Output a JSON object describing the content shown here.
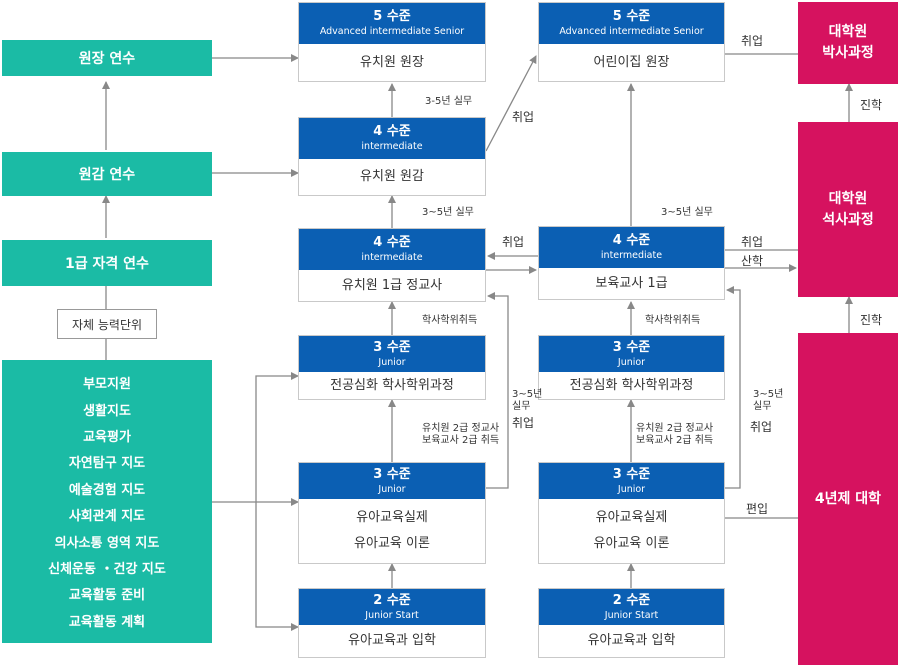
{
  "left": {
    "principal_training": "원장 연수",
    "vice_principal_training": "원감 연수",
    "first_grade_training": "1급 자격 연수",
    "self_unit": "자체 능력단위",
    "competency_list": [
      "부모지원",
      "생활지도",
      "교육평가",
      "자연탐구 지도",
      "예술경험 지도",
      "사회관계 지도",
      "의사소통 영역 지도",
      "신체운동 ・건강 지도",
      "교육활동 준비",
      "교육활동 계획"
    ]
  },
  "kindergarten": {
    "l5": {
      "title": "5 수준",
      "sub": "Advanced intermediate Senior",
      "body": [
        "유치원 원장"
      ]
    },
    "l4a": {
      "title": "4 수준",
      "sub": "intermediate",
      "body": [
        "유치원 원감"
      ]
    },
    "l4b": {
      "title": "4 수준",
      "sub": "intermediate",
      "body": [
        "유치원 1급 정교사"
      ]
    },
    "l3a": {
      "title": "3 수준",
      "sub": "Junior",
      "body": [
        "전공심화 학사학위과정"
      ]
    },
    "l3b": {
      "title": "3 수준",
      "sub": "Junior",
      "body": [
        "유아교육실제",
        "유아교육 이론"
      ]
    },
    "l2": {
      "title": "2 수준",
      "sub": "Junior Start",
      "body": [
        "유아교육과 입학"
      ]
    }
  },
  "daycare": {
    "l5": {
      "title": "5 수준",
      "sub": "Advanced intermediate Senior",
      "body": [
        "어린이집 원장"
      ]
    },
    "l4": {
      "title": "4 수준",
      "sub": "intermediate",
      "body": [
        "보육교사 1급"
      ]
    },
    "l3a": {
      "title": "3 수준",
      "sub": "Junior",
      "body": [
        "전공심화 학사학위과정"
      ]
    },
    "l3b": {
      "title": "3 수준",
      "sub": "Junior",
      "body": [
        "유아교육실제",
        "유아교육 이론"
      ]
    },
    "l2": {
      "title": "2 수준",
      "sub": "Junior Start",
      "body": [
        "유아교육과 입학"
      ]
    }
  },
  "university": {
    "phd": [
      "대학원",
      "박사과정"
    ],
    "masters": [
      "대학원",
      "석사과정"
    ],
    "four_year": "4년제 대학"
  },
  "notes": {
    "k_5y_1": "3-5년 실무",
    "k_5y_2": "3~5년 실무",
    "k_bachelor": "학사학위취득",
    "k_cert": [
      "유치원 2급 정교사",
      "보육교사 2급 취득"
    ],
    "k_side": [
      "3~5년",
      "실무"
    ],
    "k_side_employ": "취업",
    "d_5y": "3~5년 실무",
    "d_bachelor": "학사학위취득",
    "d_cert": [
      "유치원 2급 정교사",
      "보육교사 2급 취득"
    ],
    "d_side": [
      "3~5년",
      "실무"
    ],
    "d_side_employ": "취업"
  },
  "labels": {
    "employ_diag": "취업",
    "employ_top": "취업",
    "employ_mid_left": "취업",
    "employ_mid_right": "취업",
    "industry": "산학",
    "transfer": "편입",
    "advance_top": "진학",
    "advance_bottom": "진학"
  },
  "colors": {
    "teal": "#1bbba5",
    "blue": "#0b5fb3",
    "pink": "#d6125f",
    "arrow": "#888888"
  }
}
